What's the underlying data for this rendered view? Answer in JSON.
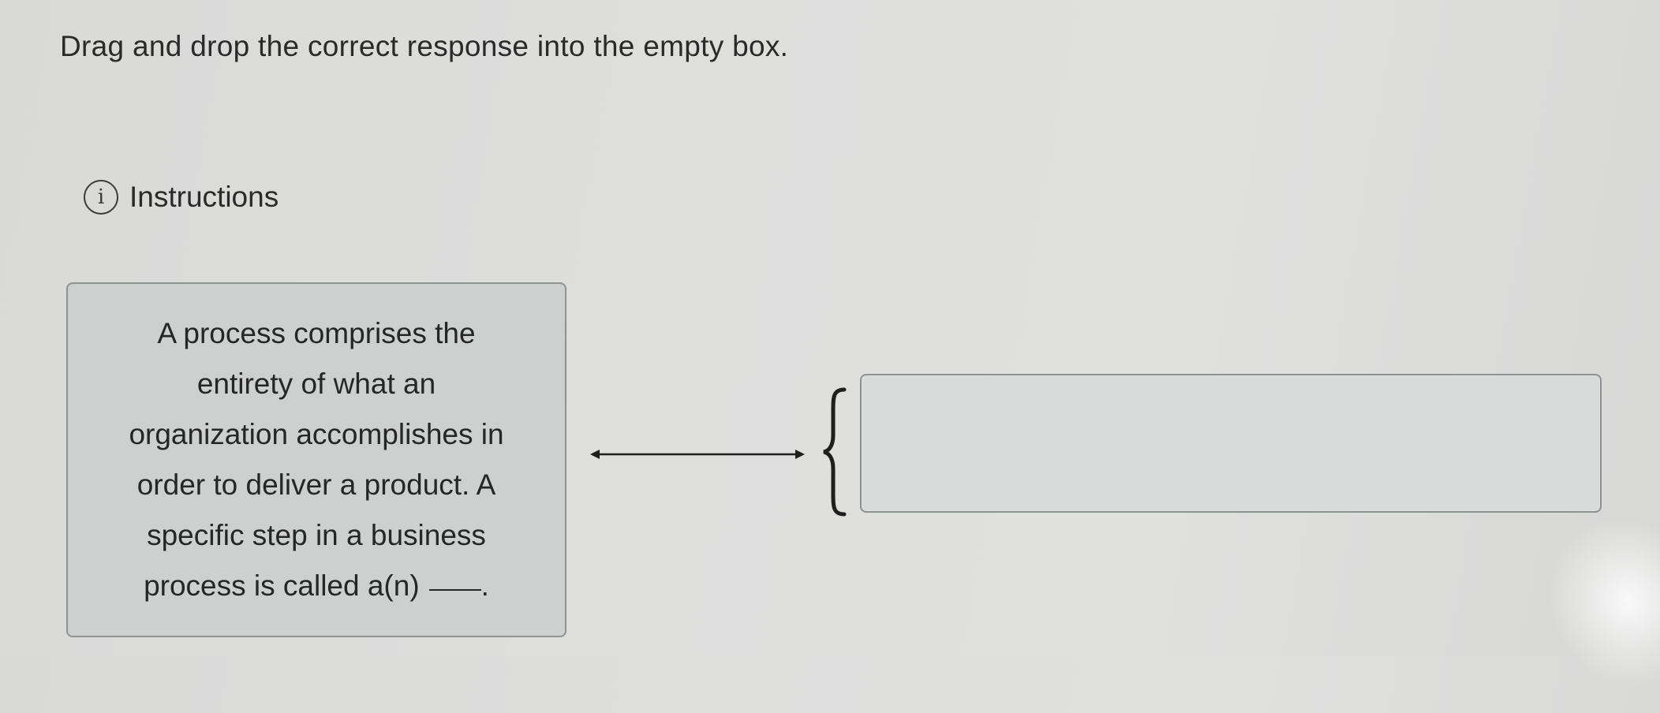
{
  "question": {
    "prompt": "Drag and drop the correct response into the empty box."
  },
  "instructions": {
    "icon": "info-icon",
    "label": "Instructions"
  },
  "prompt_card": {
    "lines": [
      "A process comprises the",
      "entirety of what an",
      "organization accomplishes in",
      "order to deliver a product. A",
      "specific step in a business",
      "process is called a(n)"
    ],
    "trailing_punctuation": "."
  },
  "connector": {
    "icon": "double-arrow-icon"
  },
  "dropzone": {
    "value": ""
  }
}
